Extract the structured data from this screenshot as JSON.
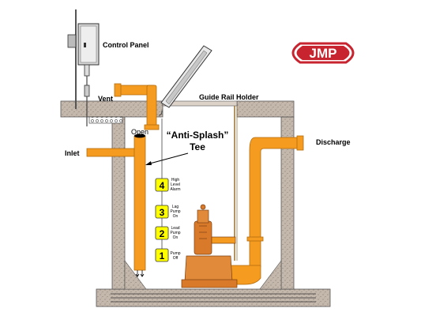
{
  "labels": {
    "control_panel": "Control Panel",
    "vent": "Vent",
    "guide_rail_holder": "Guide Rail Holder",
    "open": "Open",
    "anti_splash_line1": "“Anti-Splash”",
    "anti_splash_line2": "Tee",
    "inlet": "Inlet",
    "discharge": "Discharge"
  },
  "logo": {
    "text": "JMP"
  },
  "floats": [
    {
      "number": "4",
      "line1": "High",
      "line2": "Level",
      "line3": "Alarm"
    },
    {
      "number": "3",
      "line1": "Lag",
      "line2": "Pump",
      "line3": "On"
    },
    {
      "number": "2",
      "line1": "Lead",
      "line2": "Pump",
      "line3": "On"
    },
    {
      "number": "1",
      "line1": "Pump",
      "line2": "Off",
      "line3": ""
    }
  ],
  "colors": {
    "pipe": "#f59b1f",
    "concrete": "#c4b7ab",
    "float": "#ffff00",
    "logo_red": "#c8242f",
    "pump": "#d97a2b"
  }
}
